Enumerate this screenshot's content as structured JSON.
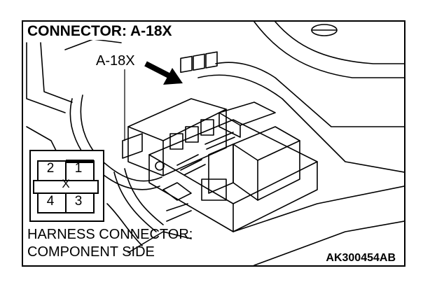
{
  "title": "CONNECTOR: A-18X",
  "pointer_label": "A-18X",
  "connector": {
    "pins": [
      "1",
      "2",
      "3",
      "4"
    ],
    "key_mark": "X"
  },
  "caption": {
    "line1": "HARNESS CONNECTOR:",
    "line2": "COMPONENT SIDE"
  },
  "figure_code": "AK300454AB",
  "icons": [
    "pointer-arrow-icon",
    "bolt-icon"
  ],
  "colors": {
    "line": "#000000",
    "background": "#ffffff"
  }
}
